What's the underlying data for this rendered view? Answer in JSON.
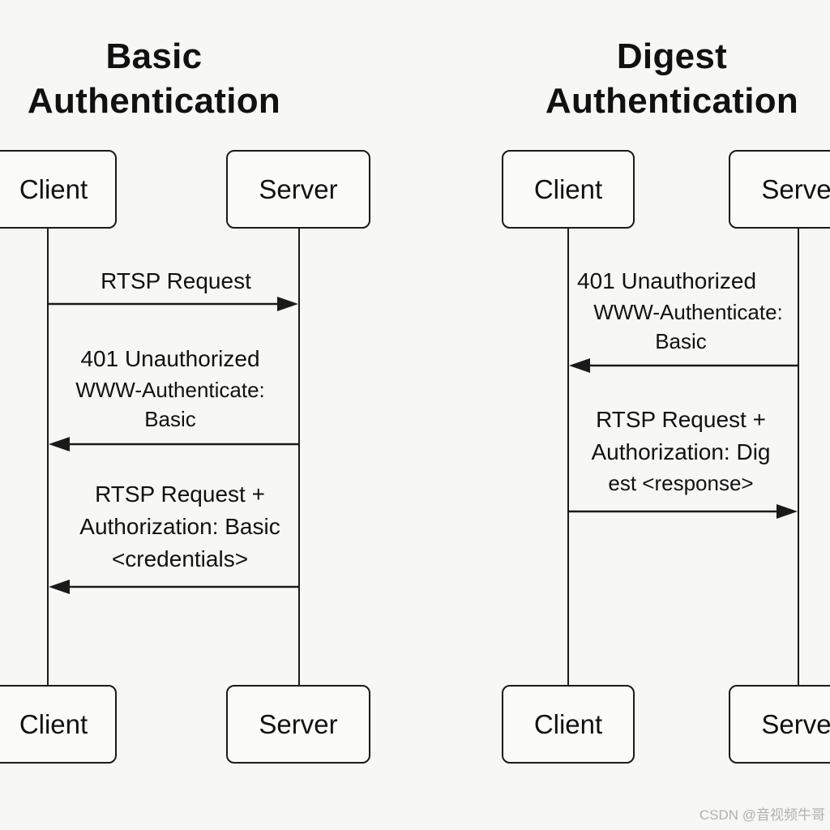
{
  "basic": {
    "title_line1": "Basic",
    "title_line2": "Authentication",
    "client_top": "Client",
    "server_top": "Server",
    "client_bottom": "Client",
    "server_bottom": "Server",
    "messages": [
      {
        "lines": [
          "RTSP Request"
        ]
      },
      {
        "lines": [
          "401 Unauthorized",
          "WWW-Authenticate:",
          "Basic"
        ]
      },
      {
        "lines": [
          "RTSP Request +",
          "Authorization: Basic",
          "<credentials>"
        ]
      }
    ]
  },
  "digest": {
    "title_line1": "Digest",
    "title_line2": "Authentication",
    "client_top": "Client",
    "server_top": "Server",
    "client_bottom": "Client",
    "server_bottom": "Server",
    "messages": [
      {
        "lines": [
          "401 Unauthorized",
          "WWW-Authenticate:",
          "Basic"
        ]
      },
      {
        "lines": [
          "RTSP Request +",
          "Authorization: Dig",
          "est <response>"
        ]
      }
    ]
  },
  "watermark": "CSDN @音视频牛哥"
}
